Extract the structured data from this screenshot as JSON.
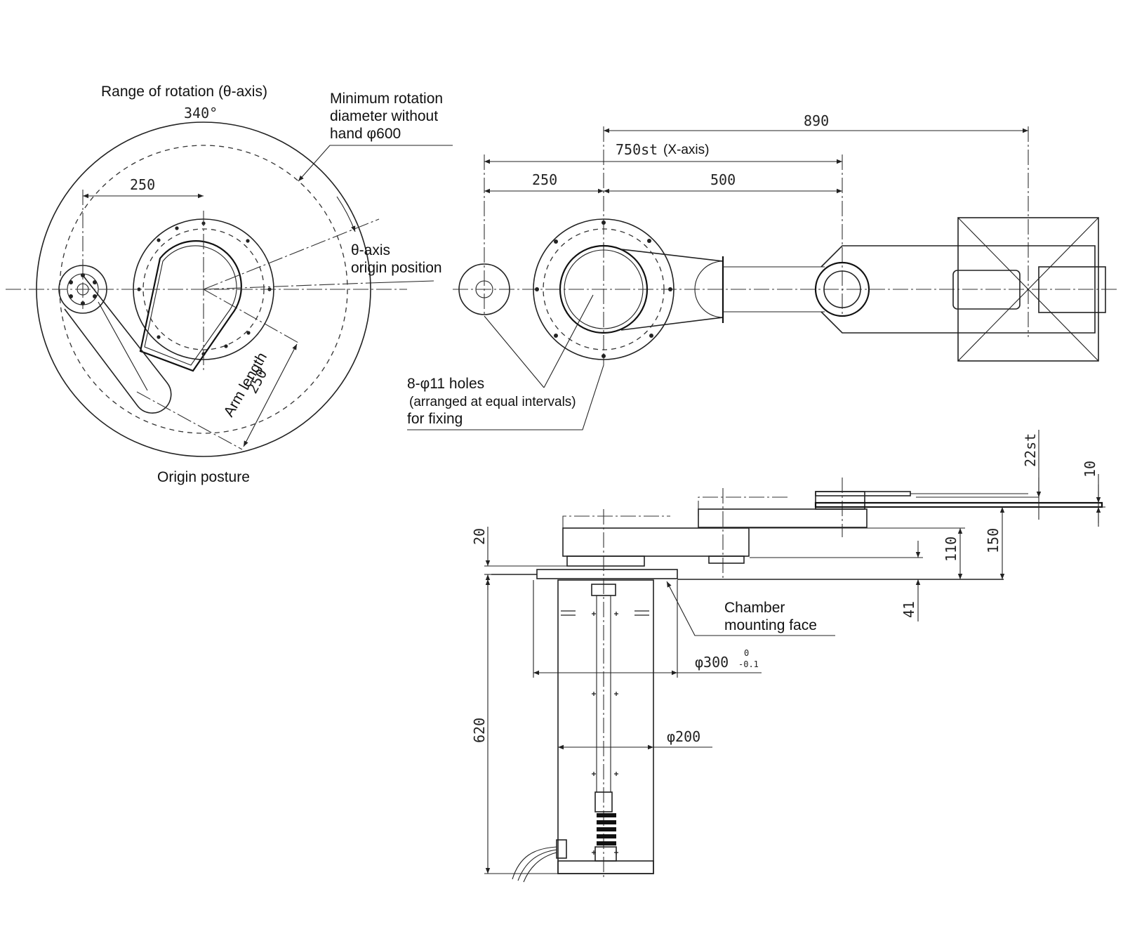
{
  "labels": {
    "range_of_rotation": "Range of rotation (θ-axis)",
    "rotation_angle": "340°",
    "min_rotation_line1": "Minimum rotation",
    "min_rotation_line2": "diameter without",
    "min_rotation_line3": "hand φ600",
    "theta_origin_line1": "θ-axis",
    "theta_origin_line2": "origin position",
    "arm_length": "Arm length",
    "origin_posture": "Origin posture",
    "holes_line1": "8-φ11 holes",
    "holes_line2": "(arranged at equal intervals)",
    "holes_line3": "for fixing",
    "chamber_line1": "Chamber",
    "chamber_line2": "mounting face"
  },
  "dimensions": {
    "left_250": "250",
    "left_arm_250": "250",
    "top_890": "890",
    "top_750_value": "750st",
    "top_750_suffix": "(X-axis)",
    "top_250": "250",
    "top_500": "500",
    "side_22st": "22st",
    "side_10": "10",
    "side_20": "20",
    "side_110": "110",
    "side_150": "150",
    "side_41": "41",
    "side_620": "620",
    "dia_300": "φ300",
    "dia_300_upper_tol": "0",
    "dia_300_lower_tol": "-0.1",
    "dia_200": "φ200"
  }
}
